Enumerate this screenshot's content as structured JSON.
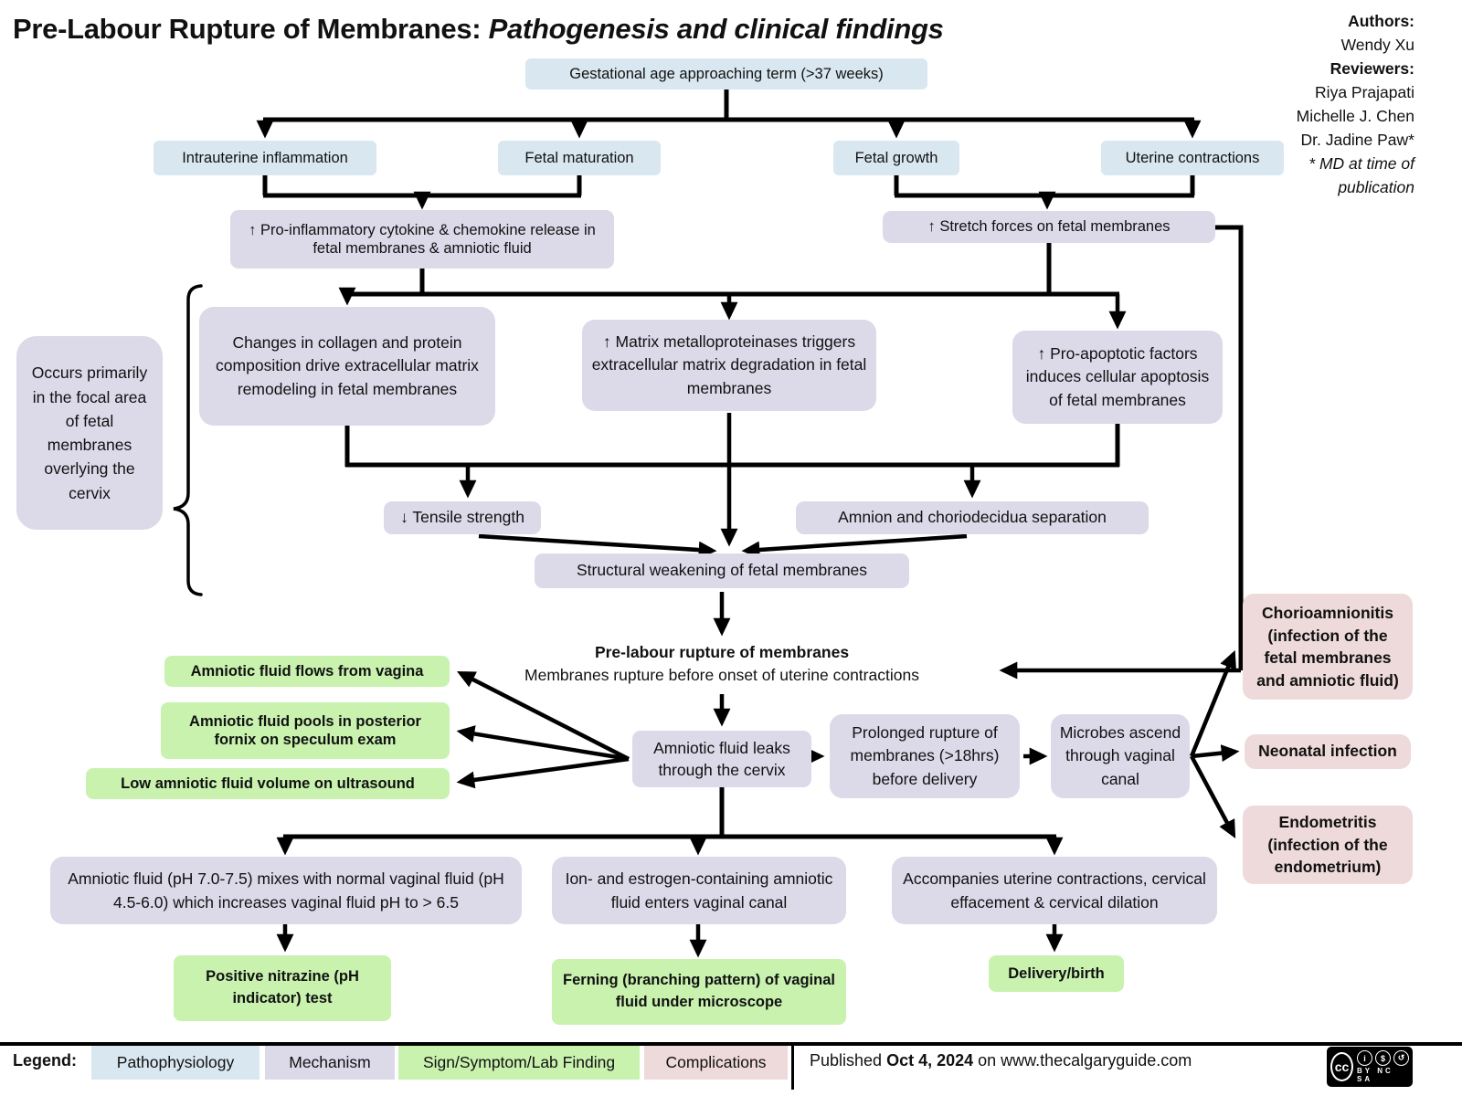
{
  "title": {
    "main": "Pre-Labour Rupture of Membranes:",
    "italic": " Pathogenesis and clinical findings"
  },
  "credits": {
    "authors_label": "Authors:",
    "author_1": "Wendy Xu",
    "reviewers_label": "Reviewers:",
    "reviewer_1": "Riya Prajapati",
    "reviewer_2": "Michelle J. Chen",
    "reviewer_3": "Dr. Jadine Paw*",
    "note": "* MD at time of publication"
  },
  "nodes": {
    "gestational": {
      "text": "Gestational age approaching term (>37 weeks)"
    },
    "intrauterine": {
      "text": "Intrauterine inflammation"
    },
    "fetal_maturation": {
      "text": "Fetal maturation"
    },
    "fetal_growth": {
      "text": "Fetal growth"
    },
    "uterine_contractions": {
      "text": "Uterine contractions"
    },
    "pro_inflammatory": {
      "text": "↑ Pro-inflammatory cytokine & chemokine release in fetal membranes & amniotic fluid"
    },
    "stretch_forces": {
      "text": "↑ Stretch forces on fetal membranes"
    },
    "occurs_note": {
      "text": "Occurs primarily in the focal area of fetal membranes overlying the cervix"
    },
    "collagen_changes": {
      "text": "Changes in collagen and protein composition drive extracellular matrix remodeling in fetal membranes"
    },
    "matrix_metalloproteinases": {
      "text": "↑ Matrix metalloproteinases triggers extracellular matrix degradation in fetal membranes"
    },
    "pro_apoptotic": {
      "text": "↑ Pro-apoptotic factors induces cellular apoptosis of fetal membranes"
    },
    "tensile_strength": {
      "text": "↓ Tensile strength"
    },
    "amnion_separation": {
      "text": "Amnion and choriodecidua separation"
    },
    "structural_weakening": {
      "text": "Structural weakening of fetal membranes"
    },
    "prelabour_title": {
      "text": "Pre-labour rupture of membranes"
    },
    "prelabour_subtitle": {
      "text": "Membranes rupture before onset of uterine  contractions"
    },
    "fluid_flows": {
      "text": "Amniotic fluid flows from vagina"
    },
    "fluid_pools": {
      "text": "Amniotic fluid pools in posterior fornix on speculum exam"
    },
    "low_volume": {
      "text": "Low amniotic fluid volume on ultrasound"
    },
    "fluid_leaks": {
      "text": "Amniotic fluid leaks through the cervix"
    },
    "prolonged_rupture": {
      "text": "Prolonged rupture of membranes (>18hrs) before delivery"
    },
    "microbes": {
      "text": "Microbes ascend through vaginal canal"
    },
    "chorioamnionitis": {
      "text": "Chorioamnionitis (infection of the fetal membranes and amniotic fluid)"
    },
    "neonatal_infection": {
      "text": "Neonatal infection"
    },
    "endometritis": {
      "text": "Endometritis (infection of the endometrium)"
    },
    "ph_mix": {
      "text": "Amniotic fluid (pH 7.0-7.5) mixes with normal vaginal fluid (pH 4.5-6.0) which increases vaginal fluid pH to > 6.5"
    },
    "ion_estrogen": {
      "text": "Ion- and estrogen-containing amniotic fluid enters vaginal canal"
    },
    "accompanies": {
      "text": "Accompanies uterine contractions, cervical effacement & cervical dilation"
    },
    "nitrazine": {
      "text": "Positive nitrazine (pH indicator) test"
    },
    "ferning": {
      "text": "Ferning (branching pattern) of vaginal fluid under microscope"
    },
    "delivery": {
      "text": "Delivery/birth"
    }
  },
  "legend": {
    "label": "Legend:",
    "items": [
      {
        "label": "Pathophysiology",
        "color": "#d9e7f0"
      },
      {
        "label": "Mechanism",
        "color": "#dcd9e9"
      },
      {
        "label": "Sign/Symptom/Lab Finding",
        "color": "#c9f2af"
      },
      {
        "label": "Complications",
        "color": "#eedada"
      }
    ],
    "published_prefix": "Published ",
    "published_date": "Oct 4, 2024",
    "published_suffix": " on www.thecalgaryguide.com"
  },
  "license": {
    "cc_label": "cc",
    "icon_glyphs": {
      "by": "i",
      "nc": "$",
      "sa": "↺"
    },
    "terms": "BY NC SA"
  },
  "colors": {
    "pathophysiology": "#d9e7f0",
    "mechanism": "#dcd9e9",
    "finding": "#c9f2af",
    "complication": "#eedada",
    "line": "#000000",
    "background": "#ffffff"
  }
}
